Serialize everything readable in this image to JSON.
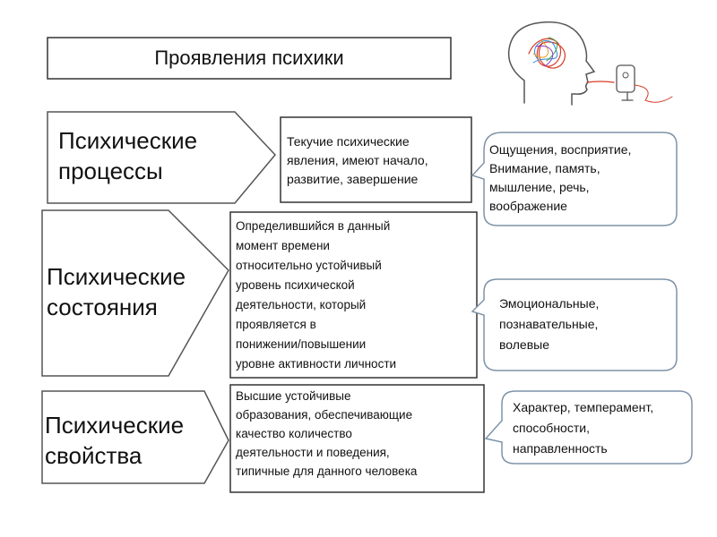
{
  "title": "Проявления психики",
  "rows": [
    {
      "category": "Психические\nпроцессы",
      "definition": "Текучие психические\nявления, имеют начало,\n развитие, завершение",
      "examples": "Ощущения, восприятие,\nВнимание, память,\nмышление, речь,\nвоображение"
    },
    {
      "category": "Психические\n состояния",
      "definition": "Определившийся в данный\nмомент времени\nотносительно устойчивый\nуровень психической\nдеятельности, который\nпроявляется в\nпонижении/повышении\nуровне активности личности",
      "examples": "Эмоциональные,\nпознавательные,\nволевые"
    },
    {
      "category": "Психические\nсвойства",
      "definition": "Высшие устойчивые\nобразования, обеспечивающие\nкачество  количество\nдеятельности и поведения,\nтипичные для данного человека",
      "examples": "Характер, темперамент,\nспособности,\nнаправленность"
    }
  ],
  "colors": {
    "stroke": "#4a4a4a",
    "callout_stroke": "#7f93a8",
    "text": "#111111"
  }
}
